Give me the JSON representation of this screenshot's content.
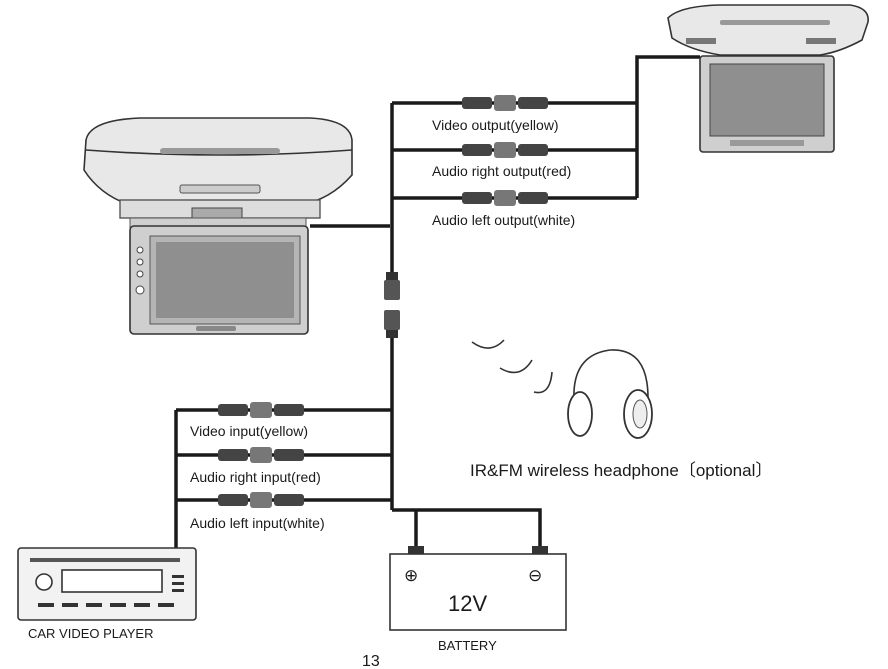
{
  "labels": {
    "video_output": "Video  output(yellow)",
    "audio_right_output": "Audio right output(red)",
    "audio_left_output": "Audio left output(white)",
    "video_input": "Video  input(yellow)",
    "audio_right_input": "Audio right input(red)",
    "audio_left_input": "Audio left input(white)",
    "headphone": "IR&FM  wireless  headphone〔optional〕",
    "battery_voltage": "12V",
    "battery": "BATTERY",
    "car_video_player": "CAR VIDEO PLAYER",
    "page_number": "13",
    "plus_symbol": "⊕",
    "minus_symbol": "⊖"
  },
  "colors": {
    "wire": "#1a1a1a",
    "device_fill": "#e8e8e8",
    "screen_fill": "#b5b5b5",
    "screen_inner": "#8f8f8f"
  }
}
